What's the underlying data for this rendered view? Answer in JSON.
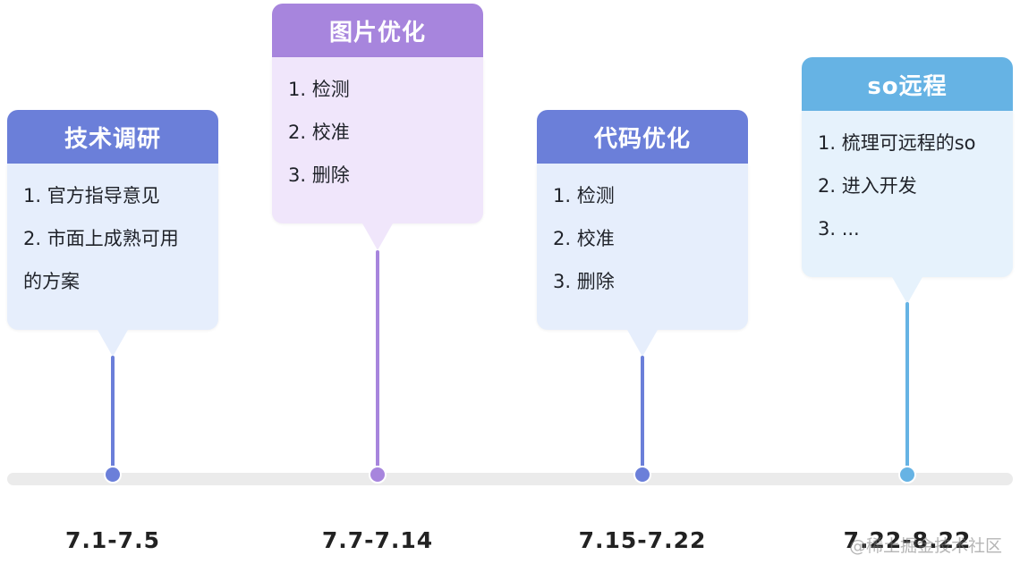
{
  "colors": {
    "blue_head": "#6b7fd9",
    "purple_head": "#a785dd",
    "sky_head": "#66b3e4",
    "blue_body": "#e6eefc",
    "purple_body": "#f0e6fb",
    "sky_body": "#e6f2fc",
    "axis": "#ebebeb"
  },
  "milestones": [
    {
      "title": "技术调研",
      "items": [
        "1. 官方指导意见",
        "2. 市面上成熟可用",
        "的方案"
      ],
      "date": "7.1-7.5"
    },
    {
      "title": "图片优化",
      "items": [
        "1. 检测",
        "2. 校准",
        "3. 删除"
      ],
      "date": "7.7-7.14"
    },
    {
      "title": "代码优化",
      "items": [
        "1. 检测",
        "2. 校准",
        "3. 删除"
      ],
      "date": "7.15-7.22"
    },
    {
      "title": "so远程",
      "items": [
        "1. 梳理可远程的so",
        "2. 进入开发",
        "3. ..."
      ],
      "date": "7.22-8.22"
    }
  ],
  "watermark": "@稀土掘金技术社区"
}
